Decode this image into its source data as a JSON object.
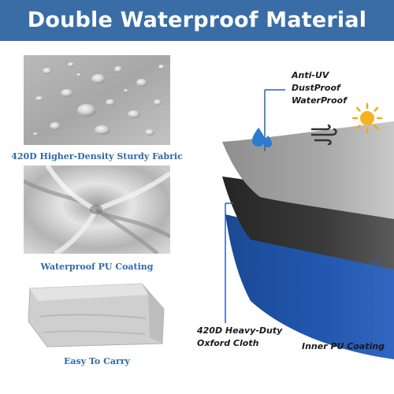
{
  "banner": {
    "title": "Double Waterproof Material"
  },
  "panels": [
    {
      "caption": "420D Higher-Density Sturdy Fabric"
    },
    {
      "caption": "Waterproof PU Coating"
    },
    {
      "caption": "Easy To Carry"
    }
  ],
  "layers_diagram": {
    "labels": {
      "anti_uv": "Anti-UV",
      "dustproof": "DustProof",
      "waterproof": "WaterProof",
      "oxford_line1": "420D Heavy-Duty",
      "oxford_line2": "Oxford Cloth",
      "inner_pu": "Inner PU Coating"
    },
    "icons": [
      "water-drop-icon",
      "wind-icon",
      "sun-icon"
    ]
  },
  "colors": {
    "banner": "#3a6da6",
    "caption": "#2e6aa8",
    "leader": "#2f5fb0",
    "top_layer": "#9c9c9c",
    "middle_layer": "#2c2c2c",
    "bottom_layer": "#1f55a8"
  }
}
